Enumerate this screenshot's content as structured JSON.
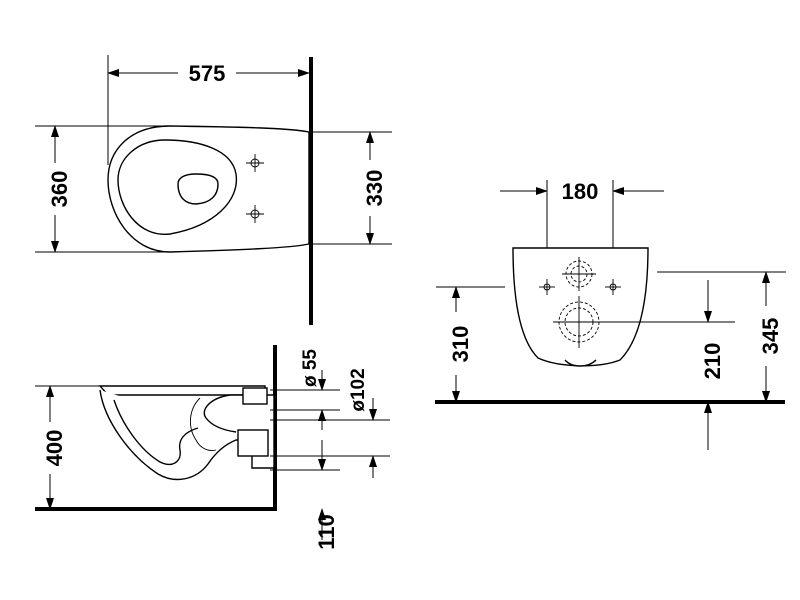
{
  "dimensions": {
    "top_view": {
      "length": "575",
      "width": "360",
      "mounting_height": "330"
    },
    "front_view": {
      "hole_spacing": "180",
      "rim_height": "310",
      "hole_height": "210",
      "total_height": "345"
    },
    "side_view": {
      "height": "400",
      "outlet_diameter_small": "ø 55",
      "outlet_diameter_large": "ø102",
      "outlet_height": "110"
    }
  }
}
